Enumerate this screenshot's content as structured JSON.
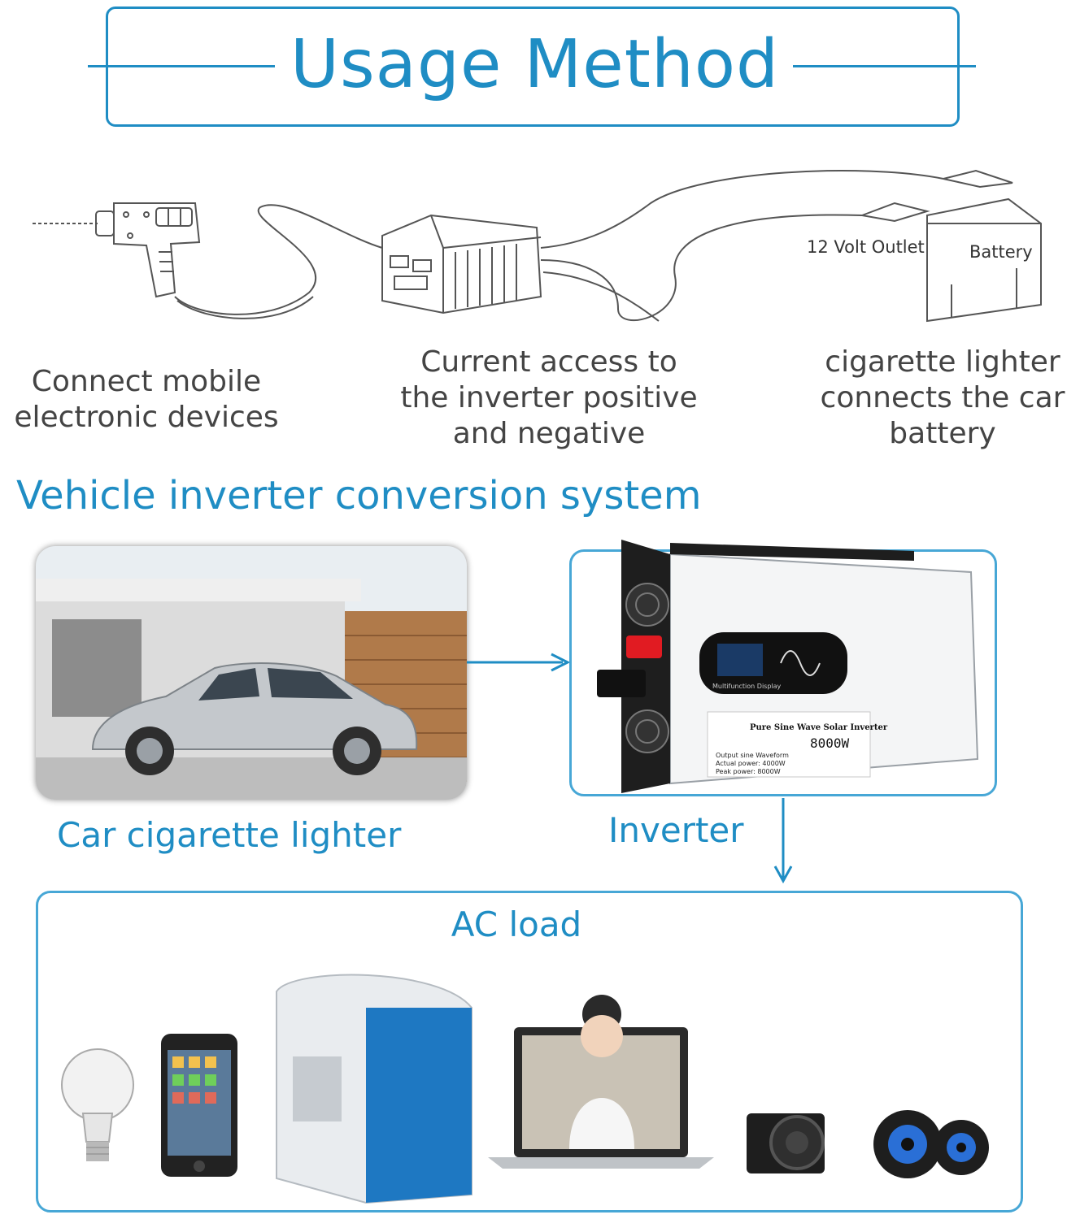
{
  "header": {
    "title": "Usage Method"
  },
  "sketch": {
    "outlet_label": "12 Volt Outlet",
    "battery_label": "Battery",
    "captions": {
      "devices": [
        "Connect mobile",
        "electronic devices"
      ],
      "inverter": [
        "Current access to",
        "the inverter positive",
        "and negative"
      ],
      "battery": [
        "cigarette lighter",
        "connects the car",
        "battery"
      ]
    }
  },
  "system": {
    "title": "Vehicle inverter conversion system",
    "car_label": "Car cigarette lighter",
    "inverter_label": "Inverter",
    "ac_load_label": "AC load"
  },
  "inverter_device": {
    "name": "Pure Sine Wave Solar Inverter",
    "wattage": "8000W",
    "display_label": "Multifunction Display",
    "specs": [
      "Output sine Waveform",
      "Actual power: 4000W",
      "Peak power: 8000W"
    ]
  },
  "colors": {
    "accent": "#1f8dc4",
    "box_border": "#47a7d6"
  },
  "ac_load_icons": [
    "light-bulb-icon",
    "smartphone-icon",
    "cooler-box-icon",
    "laptop-icon",
    "camera-icon",
    "speaker-icon"
  ]
}
